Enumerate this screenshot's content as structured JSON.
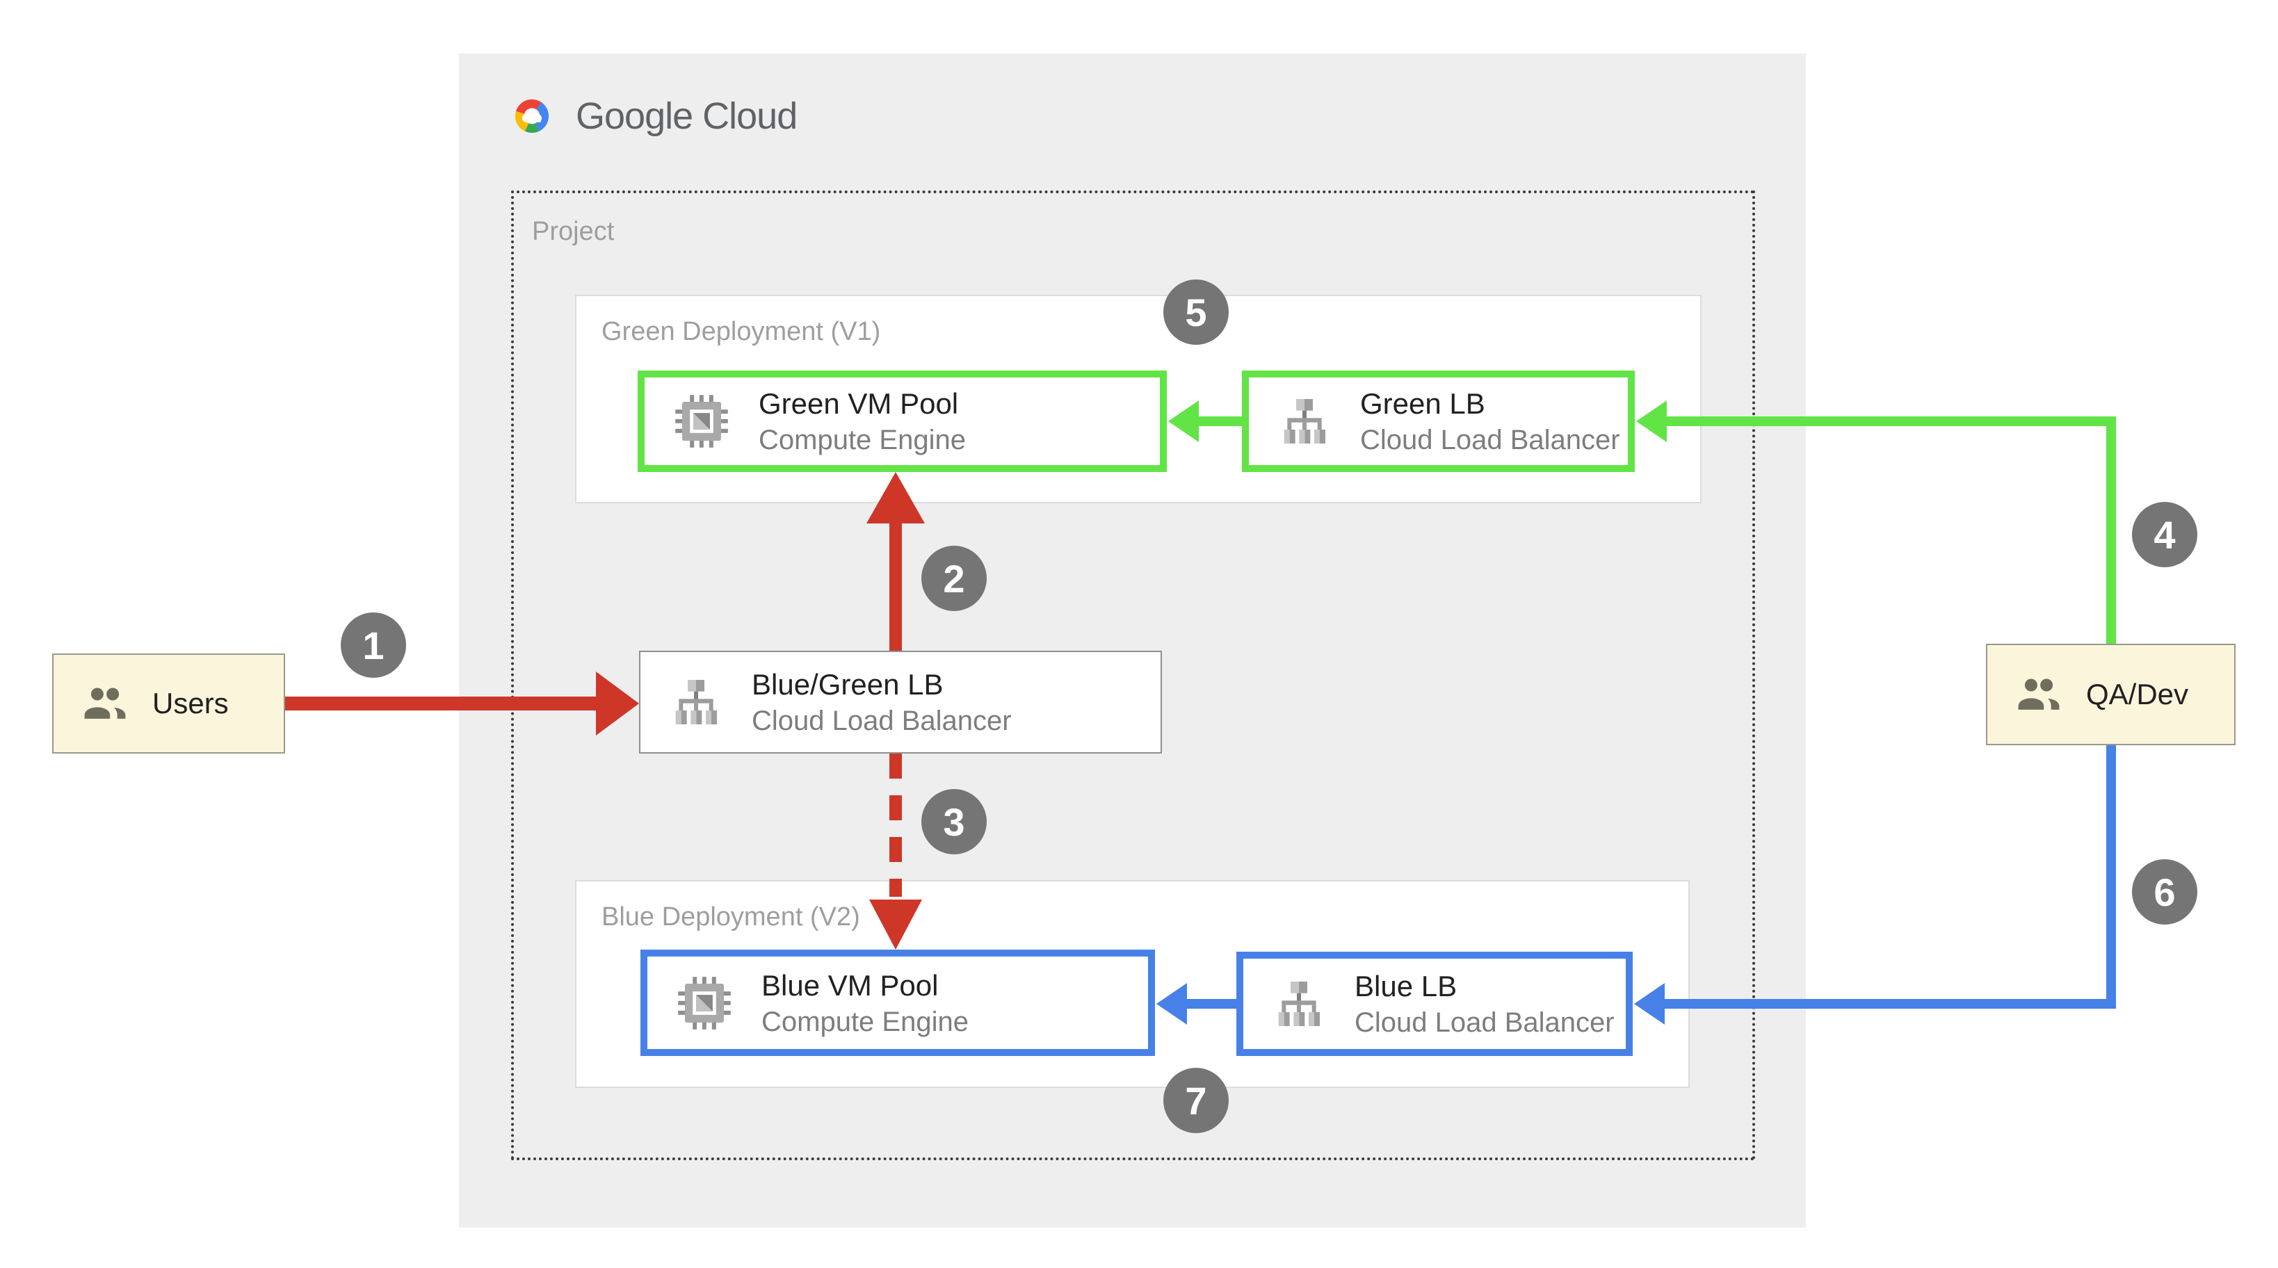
{
  "logo": {
    "text": "Google Cloud"
  },
  "project": {
    "label": "Project"
  },
  "green_deployment": {
    "label": "Green Deployment (V1)",
    "vm_pool": {
      "title": "Green VM Pool",
      "subtitle": "Compute Engine"
    },
    "lb": {
      "title": "Green LB",
      "subtitle": "Cloud Load Balancer"
    }
  },
  "blue_deployment": {
    "label": "Blue Deployment (V2)",
    "vm_pool": {
      "title": "Blue VM Pool",
      "subtitle": "Compute Engine"
    },
    "lb": {
      "title": "Blue LB",
      "subtitle": "Cloud Load Balancer"
    }
  },
  "main_lb": {
    "title": "Blue/Green LB",
    "subtitle": "Cloud Load Balancer"
  },
  "actors": {
    "users": {
      "label": "Users"
    },
    "qa_dev": {
      "label": "QA/Dev"
    }
  },
  "badges": [
    "1",
    "2",
    "3",
    "4",
    "5",
    "6",
    "7"
  ],
  "colors": {
    "green": "#62E446",
    "blue": "#4781E8",
    "red": "#CE3628",
    "badge_gray": "#757575",
    "panel_gray": "#EEEEEE",
    "cream": "#FBF5DC",
    "label_gray": "#9E9E9E",
    "title_text": "#212121",
    "subtitle_gray": "#7D7D7D",
    "logo_text": "#5F6368"
  }
}
